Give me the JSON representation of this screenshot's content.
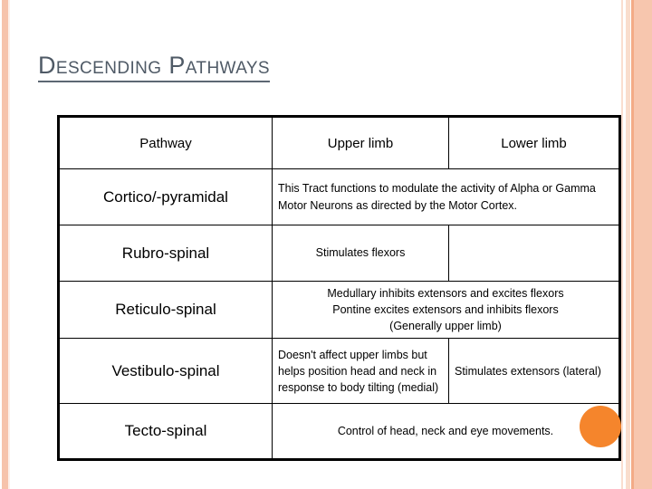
{
  "slide": {
    "title": "Descending Pathways",
    "background_color": "#ffffff",
    "title_color": "#4f5a66",
    "accent_color": "#f5852c",
    "stripe_color": "#f6c3ab"
  },
  "table": {
    "headers": {
      "pathway": "Pathway",
      "upper_limb": "Upper limb",
      "lower_limb": "Lower limb"
    },
    "rows": [
      {
        "pathway": "Cortico/-pyramidal",
        "merged": true,
        "merged_text": "This Tract functions to modulate the activity of Alpha or Gamma Motor Neurons as directed by the Motor Cortex.",
        "align": "left",
        "upper_limb": "",
        "lower_limb": ""
      },
      {
        "pathway": "Rubro-spinal",
        "merged": false,
        "upper_limb": "Stimulates flexors",
        "lower_limb": "",
        "align": "center"
      },
      {
        "pathway": "Reticulo-spinal",
        "merged": true,
        "align": "center",
        "merged_lines": [
          "Medullary inhibits extensors and excites flexors",
          "Pontine excites extensors and inhibits flexors",
          "(Generally upper limb)"
        ],
        "upper_limb": "",
        "lower_limb": ""
      },
      {
        "pathway": "Vestibulo-spinal",
        "merged": false,
        "align": "left",
        "upper_limb": "Doesn't affect upper limbs but helps position head and neck in response to body tilting (medial)",
        "lower_limb": "Stimulates extensors (lateral)"
      },
      {
        "pathway": "Tecto-spinal",
        "merged": true,
        "align": "center",
        "merged_text": "Control of head, neck and eye movements.",
        "upper_limb": "",
        "lower_limb": ""
      }
    ]
  }
}
